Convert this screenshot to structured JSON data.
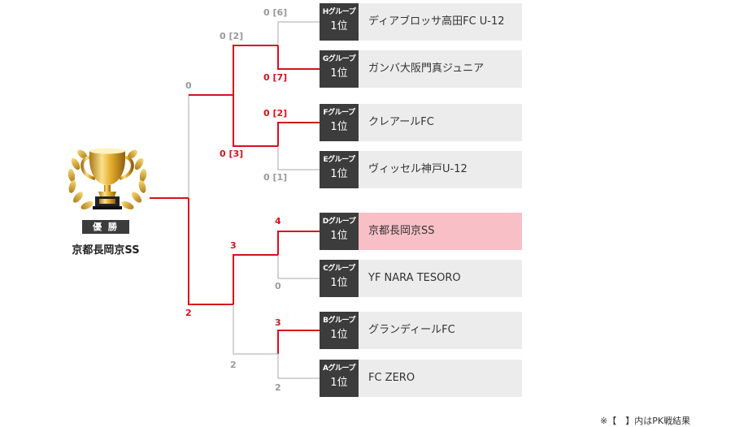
{
  "champion": {
    "badge_label": "優 勝",
    "team_name": "京都長岡京SS"
  },
  "teams": [
    {
      "group": "Hグループ",
      "rank": "1位",
      "name": "ディアブロッサ高田FC U-12",
      "champion": false
    },
    {
      "group": "Gグループ",
      "rank": "1位",
      "name": "ガンバ大阪門真ジュニア",
      "champion": false
    },
    {
      "group": "Fグループ",
      "rank": "1位",
      "name": "クレアールFC",
      "champion": false
    },
    {
      "group": "Eグループ",
      "rank": "1位",
      "name": "ヴィッセル神戸U-12",
      "champion": false
    },
    {
      "group": "Dグループ",
      "rank": "1位",
      "name": "京都長岡京SS",
      "champion": true
    },
    {
      "group": "Cグループ",
      "rank": "1位",
      "name": "YF NARA TESORO",
      "champion": false
    },
    {
      "group": "Bグループ",
      "rank": "1位",
      "name": "グランディールFC",
      "champion": false
    },
    {
      "group": "Aグループ",
      "rank": "1位",
      "name": "FC ZERO",
      "champion": false
    }
  ],
  "scores": {
    "qf_h": "0 [6]",
    "qf_g": "0 [7]",
    "qf_f": "0 [2]",
    "qf_e": "0 [1]",
    "qf_d": "4",
    "qf_c": "0",
    "qf_b": "3",
    "qf_a": "2",
    "sf_hg": "0 [2]",
    "sf_fe": "0 [3]",
    "sf_dc": "3",
    "sf_ba": "2",
    "final_top": "0",
    "final_bottom": "2"
  },
  "colors": {
    "winner_line": "#d9101d",
    "loser_line": "#aaaaaa",
    "group_tag": "#3c3c3c",
    "team_box": "#ececec",
    "champion_box": "#f8c0c6"
  },
  "footnote": "※【　】内はPK戦結果"
}
